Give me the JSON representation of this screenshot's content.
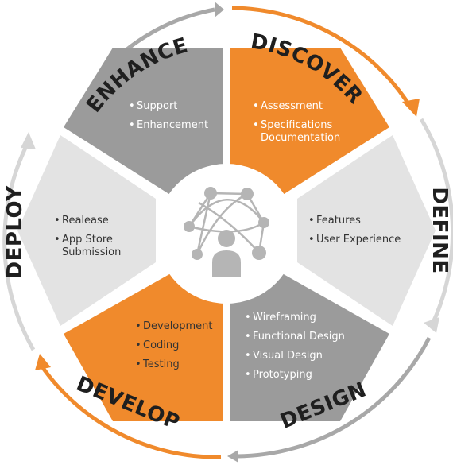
{
  "colors": {
    "orange": "#f08a2c",
    "dark_gray": "#9b9b9b",
    "light_gray": "#e3e3e3",
    "arrow_gray": "#a8a8a8",
    "arrow_light": "#d6d6d6",
    "center_icon": "#b5b5b5"
  },
  "phases": {
    "discover": "DISCOVER",
    "define": "DEFINE",
    "design": "DESIGN",
    "develop": "DEVELOP",
    "deploy": "DEPLOY",
    "enhance": "ENHANCE"
  },
  "segments": {
    "enhance": [
      "Support",
      "Enhancement"
    ],
    "discover": [
      "Assessment",
      "Specifications\nDocumentation"
    ],
    "define": [
      "Features",
      "User Experience"
    ],
    "design": [
      "Wireframing",
      "Functional Design",
      "Visual Design",
      "Prototyping"
    ],
    "develop": [
      "Development",
      "Coding",
      "Testing"
    ],
    "deploy": [
      "Realease",
      "App Store\nSubmission"
    ]
  },
  "center_icon": "network-user-icon"
}
